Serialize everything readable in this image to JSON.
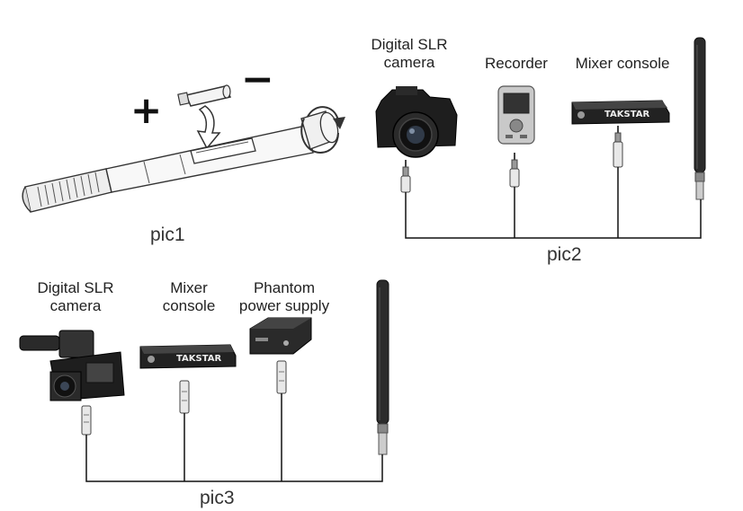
{
  "pic1": {
    "caption": "pic1",
    "plus_sign": "+",
    "minus_sign": "−"
  },
  "pic2": {
    "caption": "pic2",
    "devices": [
      {
        "label_line1": "Digital SLR",
        "label_line2": "camera"
      },
      {
        "label_line1": "Recorder",
        "label_line2": ""
      },
      {
        "label_line1": "Mixer console",
        "label_line2": ""
      }
    ]
  },
  "pic3": {
    "caption": "pic3",
    "devices": [
      {
        "label_line1": "Digital SLR",
        "label_line2": "camera"
      },
      {
        "label_line1": "Mixer",
        "label_line2": "console"
      },
      {
        "label_line1": "Phantom",
        "label_line2": "power supply"
      }
    ]
  },
  "brand_text": "TAKSTAR",
  "icons": [
    "battery-icon",
    "rotate-arrow-icon",
    "insert-arrow-icon",
    "shotgun-microphone-icon",
    "camera-icon",
    "camcorder-icon",
    "recorder-icon",
    "mixer-icon",
    "phantom-power-icon",
    "xlr-plug-icon",
    "jack-plug-icon"
  ]
}
